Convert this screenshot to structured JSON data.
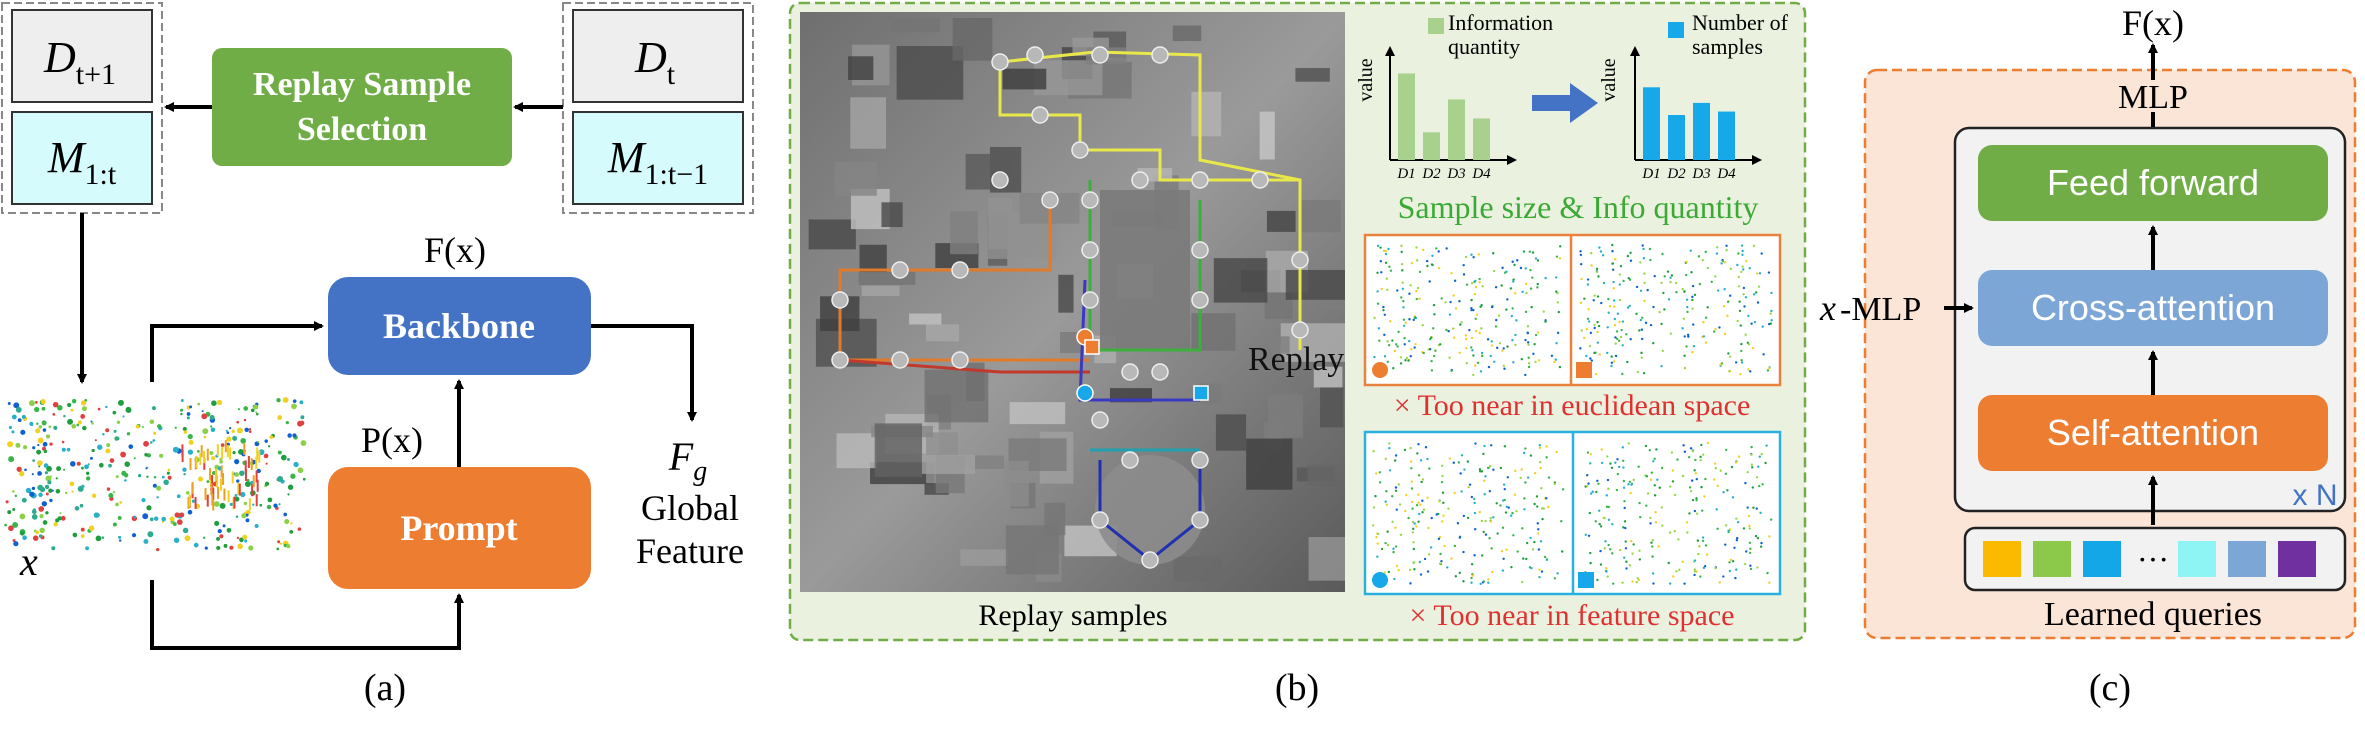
{
  "panel_a": {
    "d_t1_main": "D",
    "d_t1_sub": "t+1",
    "m_1t_main": "M",
    "m_1t_sub": "1:t",
    "d_t_main": "D",
    "d_t_sub": "t",
    "m_1t1_main": "M",
    "m_1t1_sub": "1:t−1",
    "replay_line1": "Replay Sample",
    "replay_line2": "Selection",
    "fx": "F(x)",
    "backbone": "Backbone",
    "px": "P(x)",
    "prompt": "Prompt",
    "fg_main": "F",
    "fg_sub": "g",
    "global": "Global",
    "feature": "Feature",
    "x": "x",
    "caption": "(a)"
  },
  "panel_b": {
    "chart1_value": "value",
    "chart1_legend_l1": "Information",
    "chart1_legend_l2": "quantity",
    "chart2_value": "value",
    "chart2_legend_l1": "Number of",
    "chart2_legend_l2": "samples",
    "chart_x_labels": [
      "D1",
      "D2",
      "D3",
      "D4"
    ],
    "sample_info": "Sample size & Info quantity",
    "replay_word": "Replay",
    "euclid": "× Too near in euclidean space",
    "feature_space": "× Too near in feature space",
    "replay_samples": "Replay samples",
    "caption": "(b)",
    "colors": {
      "green_text": "#3aa935",
      "red_text": "#e03030",
      "orange_frame": "#e8823c",
      "cyan_frame": "#2ab0e0"
    }
  },
  "panel_c": {
    "fx": "F(x)",
    "mlp_top": "MLP",
    "feed_forward": "Feed forward",
    "cross_attention": "Cross-attention",
    "self_attention": "Self-attention",
    "x_mlp_x": "x",
    "x_mlp_label": "-MLP",
    "xn": "x N",
    "dots": "···",
    "learned_queries": "Learned queries",
    "caption": "(c)",
    "query_colors": [
      "#fbb900",
      "#8cc94a",
      "#14a7e8",
      "#8ff4f4",
      "#7ca6d6",
      "#7030a0"
    ]
  },
  "chart_data": [
    {
      "type": "bar",
      "categories": [
        "D1",
        "D2",
        "D3",
        "D4"
      ],
      "values": [
        5,
        1.6,
        3.5,
        2.4
      ],
      "series": [
        {
          "name": "Information quantity",
          "values": [
            5,
            1.6,
            3.5,
            2.4
          ]
        }
      ],
      "ylabel": "value"
    },
    {
      "type": "bar",
      "categories": [
        "D1",
        "D2",
        "D3",
        "D4"
      ],
      "values": [
        4.2,
        2.6,
        3.3,
        2.8
      ],
      "series": [
        {
          "name": "Number of samples",
          "values": [
            4.2,
            2.6,
            3.3,
            2.8
          ]
        }
      ],
      "ylabel": "value"
    }
  ]
}
